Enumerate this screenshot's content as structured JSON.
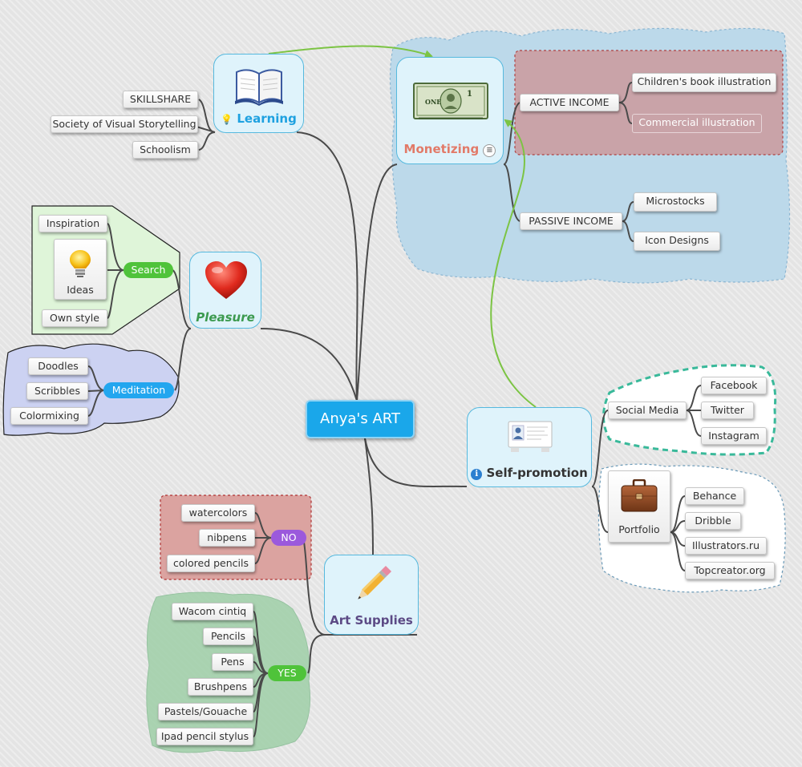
{
  "central": "Anya's ART",
  "colors": {
    "central": "#1aa7ea",
    "topic_fill": "#dff3fb",
    "topic_border": "#56b9de",
    "branch_line": "#4a4a4a",
    "relation_arrow": "#7cc444",
    "learning": "#1ea1e0",
    "monetizing": "#e27a68",
    "pleasure": "#3c9a4f",
    "self_promotion": "#333333",
    "art_supplies": "#5c4a85",
    "search_pill": "#4fc33a",
    "meditation_pill": "#22a6ef",
    "no_pill": "#9b59dc",
    "yes_pill": "#4fc33a"
  },
  "learning": {
    "label": "Learning",
    "icon": "book-icon",
    "marker": "lightbulb-icon",
    "items": [
      "SKILLSHARE",
      "Society of Visual Storytelling",
      "Schoolism"
    ]
  },
  "monetizing": {
    "label": "Monetizing",
    "icon": "dollar-bill-icon",
    "marker": "notes-icon",
    "active": {
      "label": "ACTIVE INCOME",
      "items": [
        "Children's book illustration",
        "Commercial illustration"
      ]
    },
    "passive": {
      "label": "PASSIVE INCOME",
      "items": [
        "Microstocks",
        "Icon Designs"
      ]
    }
  },
  "pleasure": {
    "label": "Pleasure",
    "icon": "heart-icon",
    "search": {
      "label": "Search",
      "items": [
        "Inspiration",
        "Ideas",
        "Own style"
      ],
      "ideas_icon": "lightbulb-icon"
    },
    "meditation": {
      "label": "Meditation",
      "items": [
        "Doodles",
        "Scribbles",
        "Colormixing"
      ]
    }
  },
  "self_promotion": {
    "label": "Self-promotion",
    "icon": "id-card-icon",
    "marker": "info-icon",
    "social": {
      "label": "Social Media",
      "items": [
        "Facebook",
        "Twitter",
        "Instagram"
      ]
    },
    "portfolio": {
      "label": "Portfolio",
      "icon": "briefcase-icon",
      "items": [
        "Behance",
        "Dribble",
        "Illustrators.ru",
        "Topcreator.org"
      ]
    }
  },
  "art_supplies": {
    "label": "Art Supplies",
    "icon": "pencil-icon",
    "no": {
      "label": "NO",
      "items": [
        "watercolors",
        "nibpens",
        "colored pencils"
      ]
    },
    "yes": {
      "label": "YES",
      "items": [
        "Wacom cintiq",
        "Pencils",
        "Pens",
        "Brushpens",
        "Pastels/Gouache",
        "Ipad pencil stylus"
      ]
    }
  }
}
